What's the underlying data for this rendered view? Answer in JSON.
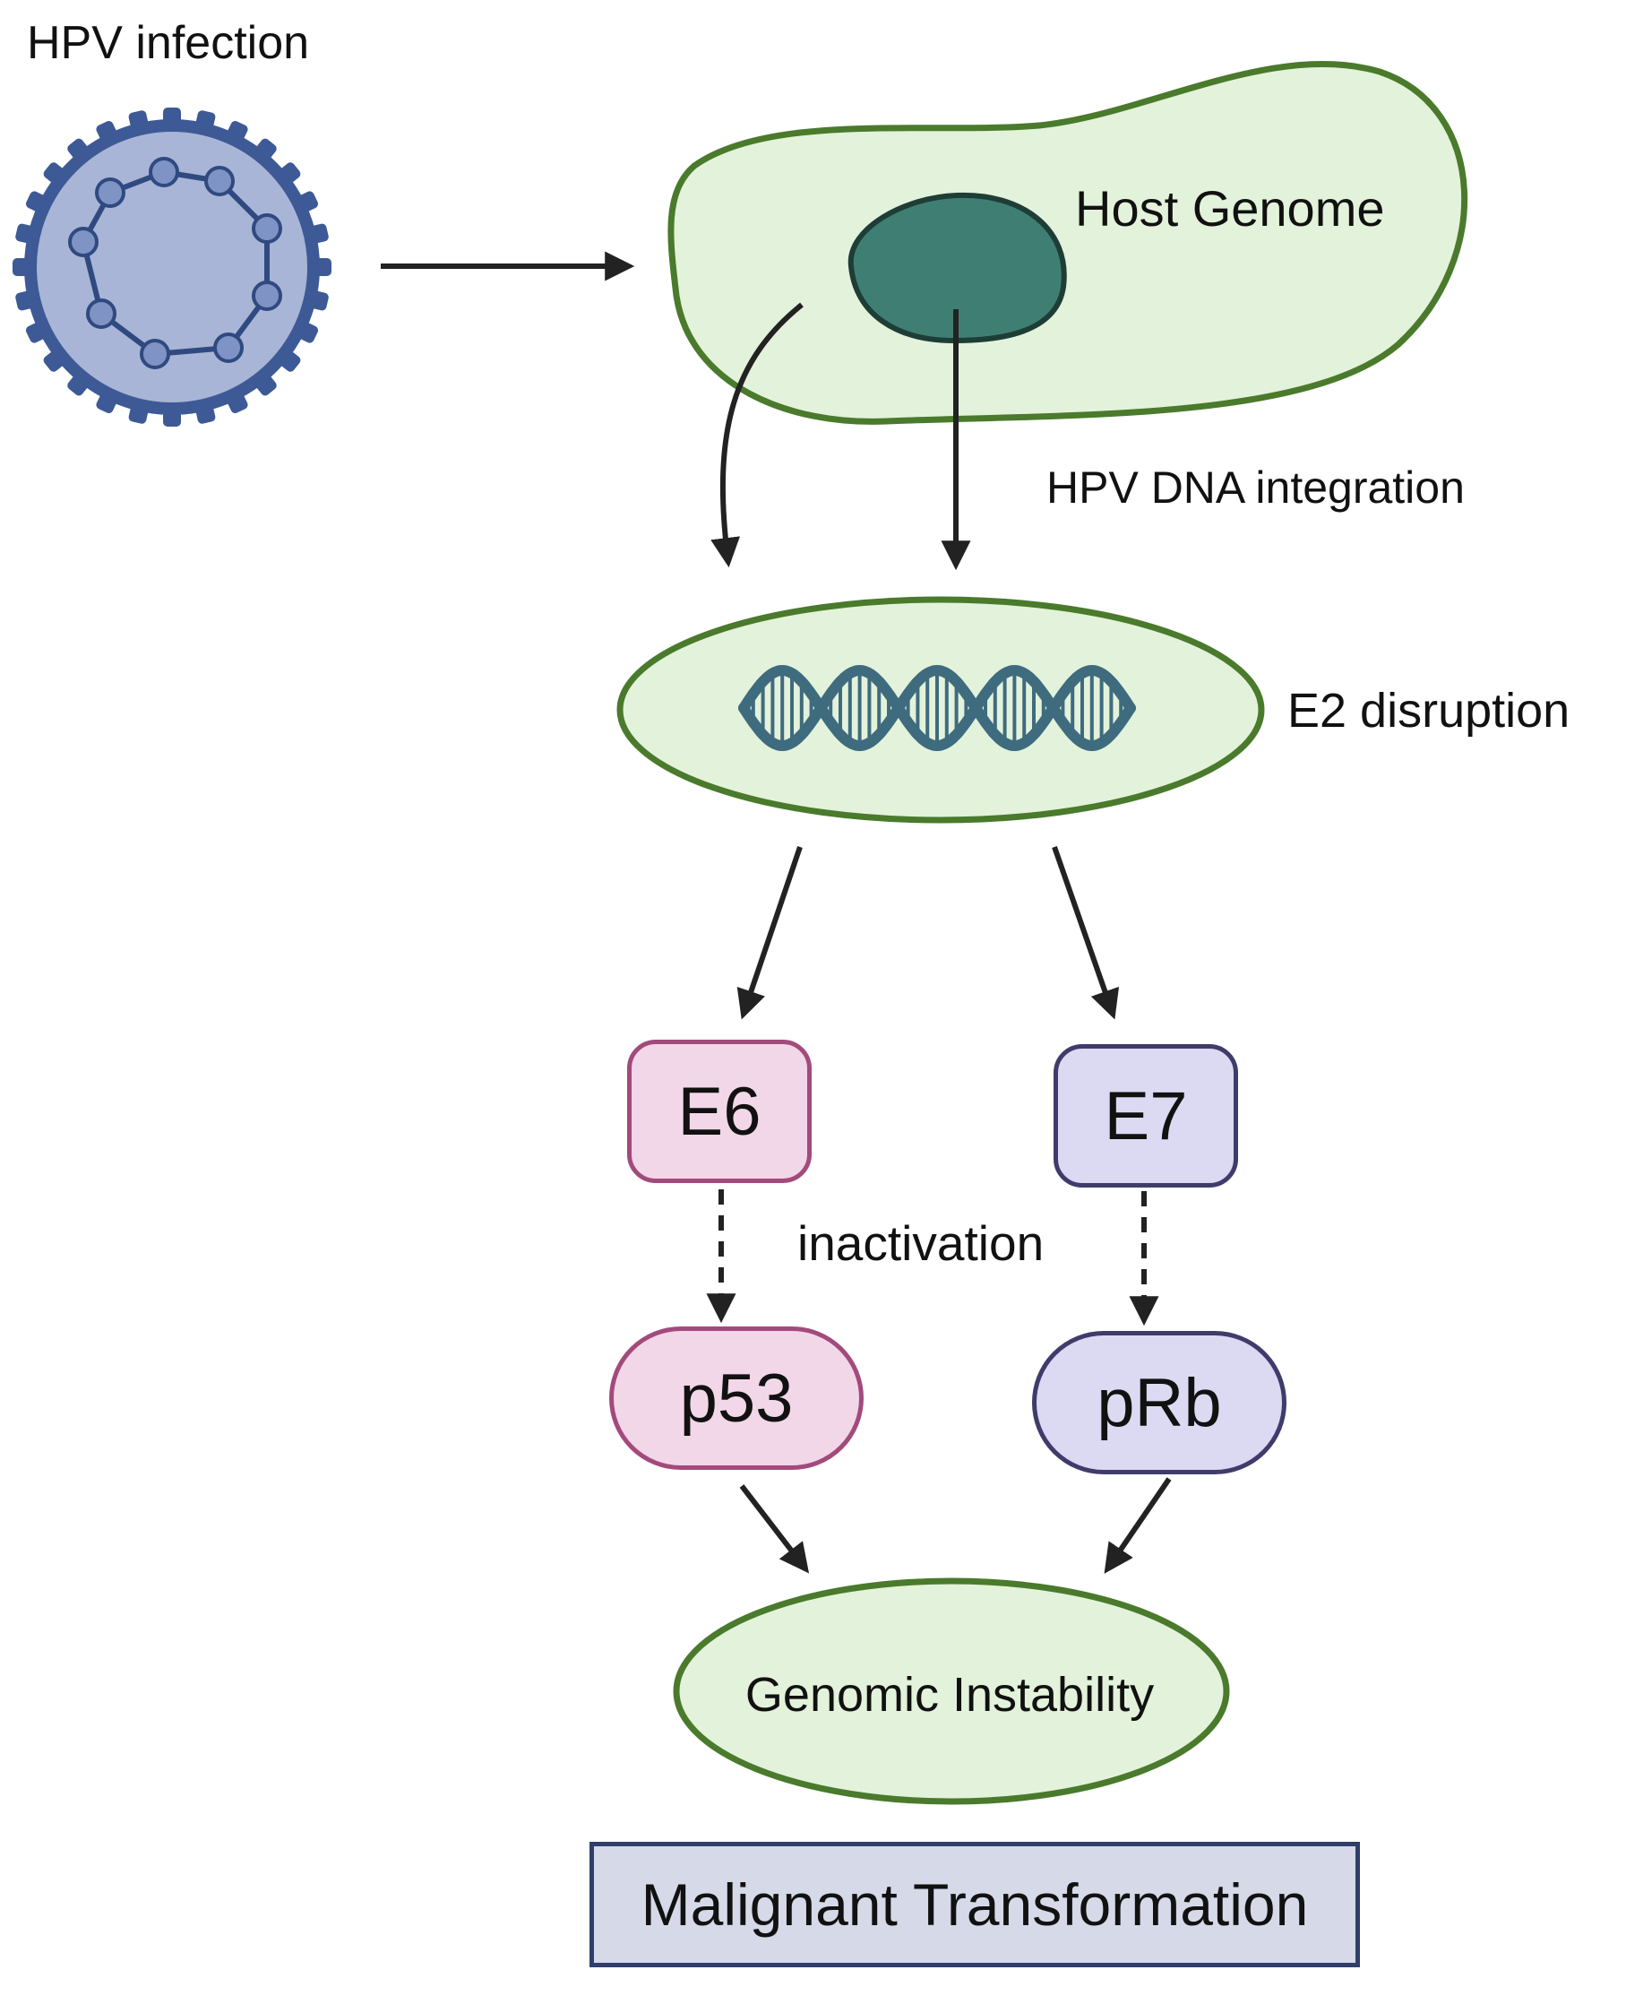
{
  "diagram": {
    "title": "HPV infection",
    "host_label": "Host Genome",
    "integration_label": "HPV DNA integration",
    "disruption_label": "E2 disruption",
    "e6_label": "E6",
    "e7_label": "E7",
    "p53_label": "p53",
    "prb_label": "pRb",
    "inactivation_label": "inactivation",
    "instability_label": "Genomic Instability",
    "outcome_label": "Malignant Transformation"
  },
  "colors": {
    "virus_fill": "#a9b5d6",
    "virus_stroke": "#3d5a96",
    "cell_fill": "#e3f2da",
    "cell_stroke": "#4a7a2c",
    "nucleus_fill": "#3f7f73",
    "dna": "#3f6b7f",
    "pink_fill": "#f2d7e8",
    "pink_stroke": "#a34a7c",
    "purple_fill": "#dcd9f2",
    "purple_stroke": "#3f3b6b",
    "outcome_fill": "#d5d9e8",
    "outcome_stroke": "#2f3f6a",
    "arrow": "#222222"
  }
}
